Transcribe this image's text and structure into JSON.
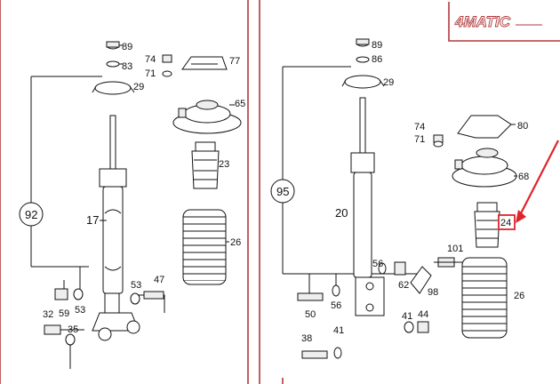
{
  "badge": "4MATIC",
  "colors": {
    "frame": "#b0383c",
    "arrow": "#e0232a",
    "highlight": "#e0232a"
  },
  "left": {
    "callout_main": "92",
    "labels": {
      "p89": "89",
      "p83": "83",
      "p29": "29",
      "p74": "74",
      "p71": "71",
      "p77": "77",
      "p65": "65",
      "p23": "23",
      "p17": "17",
      "p26": "26",
      "p53a": "53",
      "p47": "47",
      "p59": "59",
      "p53b": "53",
      "p32": "32",
      "p35": "35"
    }
  },
  "right": {
    "callout_main": "95",
    "labels": {
      "p89": "89",
      "p86": "86",
      "p29": "29",
      "p74": "74",
      "p71": "71",
      "p80": "80",
      "p20": "20",
      "p68": "68",
      "p101": "101",
      "p56a": "56",
      "p62": "62",
      "p98": "98",
      "p26": "26",
      "p50": "50",
      "p56b": "56",
      "p41a": "41",
      "p44": "44",
      "p38": "38",
      "p41b": "41"
    },
    "highlighted_label": "24"
  }
}
